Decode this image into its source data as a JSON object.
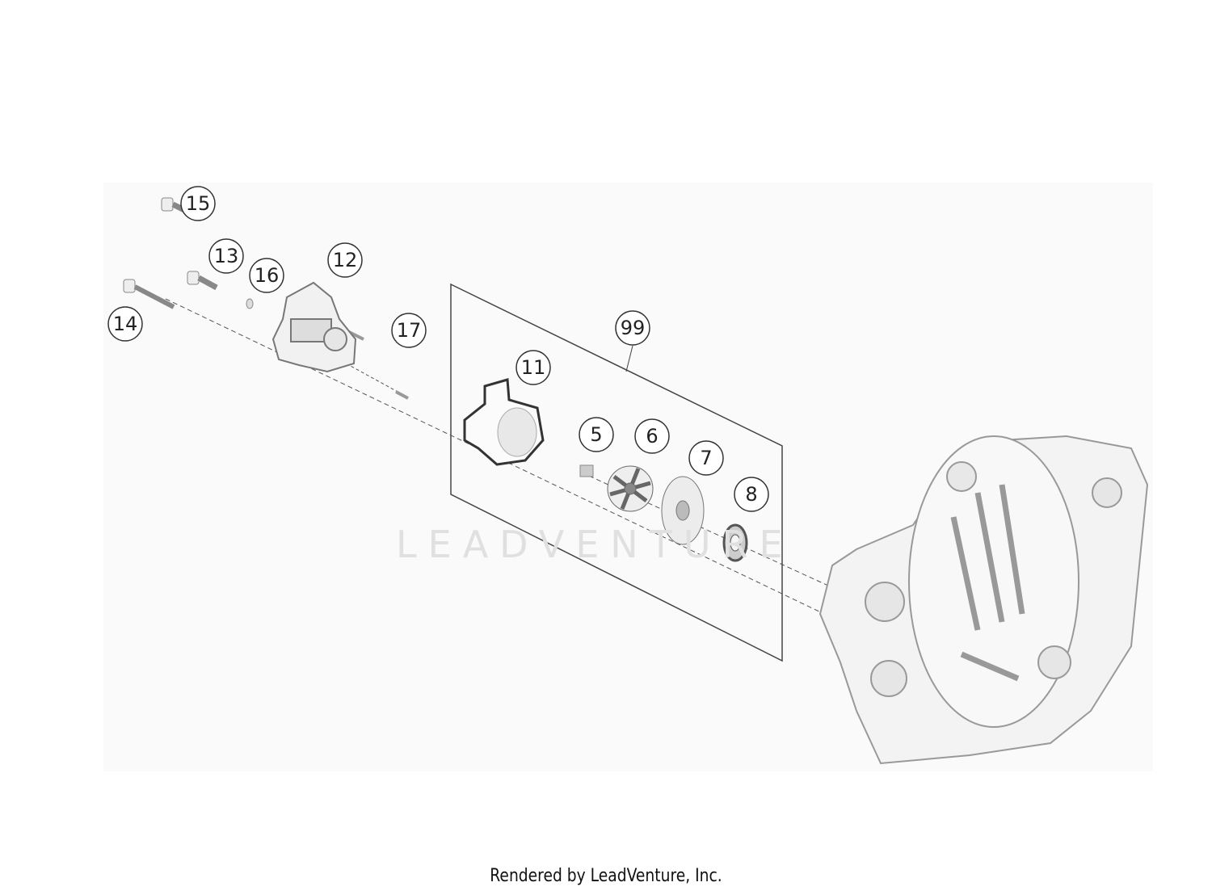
{
  "diagram": {
    "callouts": [
      "15",
      "13",
      "16",
      "12",
      "14",
      "17",
      "99",
      "11",
      "5",
      "6",
      "7",
      "8"
    ],
    "watermark": "LEADVENTURE",
    "colors": {
      "panel": "#fafafa",
      "line": "#333333",
      "part": "#9a9a9a"
    }
  },
  "footer": {
    "text": "Rendered by LeadVenture, Inc."
  }
}
